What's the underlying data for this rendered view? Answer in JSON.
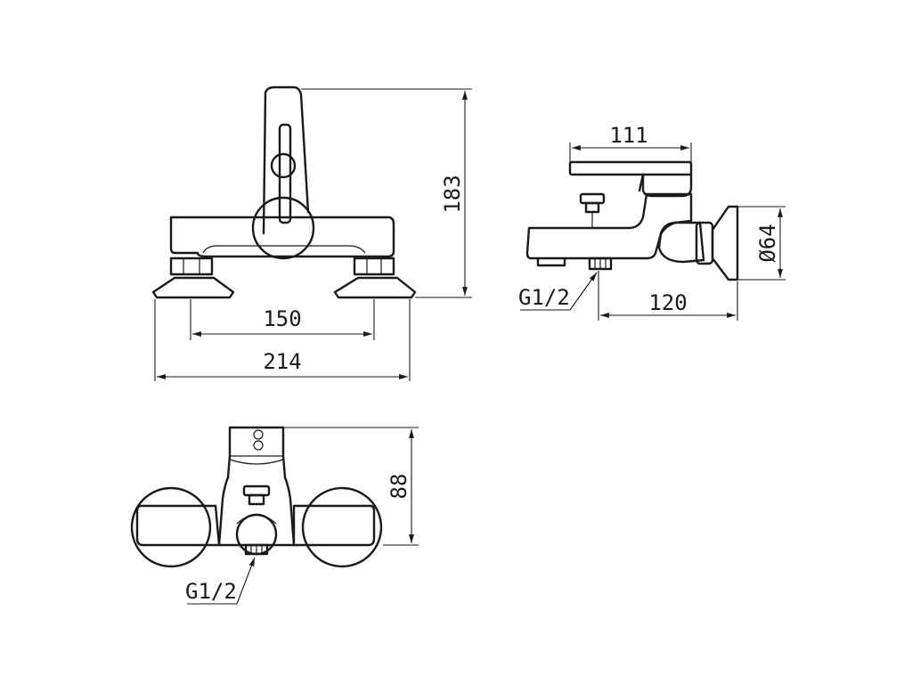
{
  "colors": {
    "line": "#1a1a1a",
    "background": "#ffffff"
  },
  "front_view": {
    "dim_height": "183",
    "dim_inlet_spacing": "150",
    "dim_total_width": "214"
  },
  "side_view": {
    "dim_depth": "111",
    "dim_flange_diameter": "Ø64",
    "dim_outlet_offset": "120",
    "thread_label": "G1/2"
  },
  "bottom_view": {
    "dim_height": "88",
    "thread_label": "G1/2"
  }
}
